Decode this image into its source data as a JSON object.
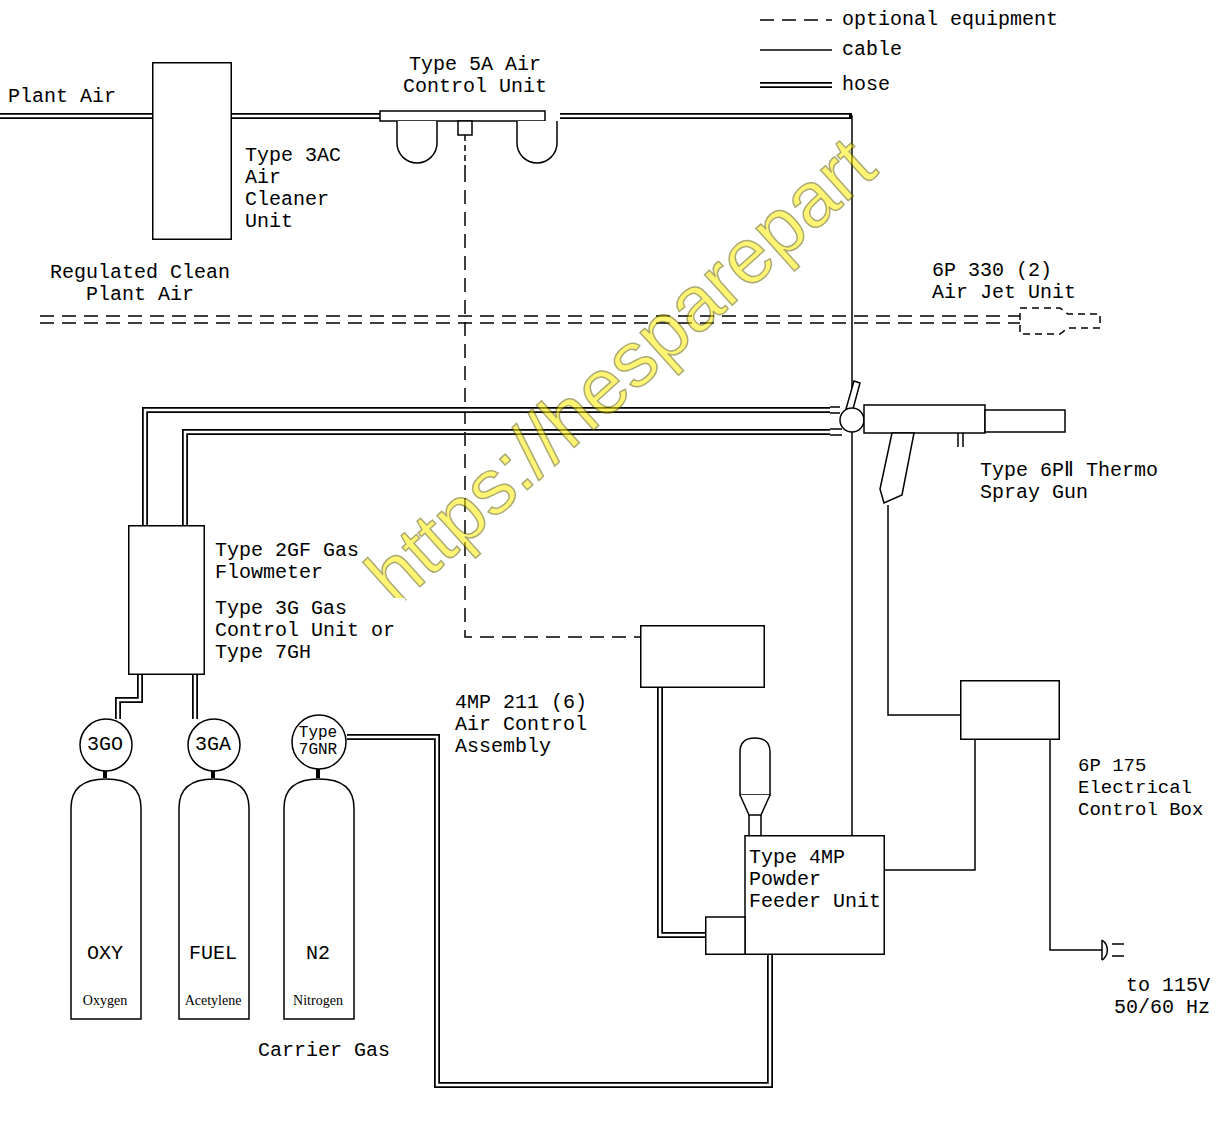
{
  "diagram": {
    "nodes": [
      {
        "text": [
          "Type 3AC Air Cleaner Unit"
        ]
      },
      {
        "text": [
          "Type 5A Air Control Unit"
        ]
      },
      {
        "text": [
          "6P 330 (2) Air Jet Unit"
        ]
      },
      {
        "text": [
          "Type 6PⅡ Thermo Spray Gun"
        ]
      },
      {
        "text": [
          "Type 2GF Gas Flowmeter"
        ]
      },
      {
        "text": [
          "4MP 211 (6) Air Control Assembly"
        ]
      },
      {
        "text": [
          "6P 175 Electrical Control Box"
        ]
      },
      {
        "text": [
          "3GO"
        ]
      },
      {
        "text": [
          "3GA"
        ]
      },
      {
        "text": [
          "Type 7GNR"
        ]
      },
      {
        "text": [
          "OXY",
          "Oxygen"
        ]
      },
      {
        "text": [
          "FUEL",
          "Acetylene"
        ]
      },
      {
        "text": [
          "N2",
          "Nitrogen"
        ]
      },
      {
        "text": [
          "Type 4MP Powder Feeder Unit"
        ]
      }
    ],
    "edges": [
      {
        "from": 0,
        "to": 1,
        "arrow": "none"
      },
      {
        "from": 1,
        "to": 13,
        "arrow": "none"
      },
      {
        "from": 1,
        "to": 5,
        "arrow": "none"
      },
      {
        "from": 4,
        "to": 3,
        "arrow": "none"
      },
      {
        "from": 7,
        "to": 4,
        "arrow": "none"
      },
      {
        "from": 8,
        "to": 4,
        "arrow": "none"
      },
      {
        "from": 9,
        "to": 13,
        "arrow": "none"
      },
      {
        "from": 5,
        "to": 13,
        "arrow": "none"
      },
      {
        "from": 3,
        "to": 6,
        "arrow": "none"
      },
      {
        "from": 6,
        "to": 13,
        "arrow": "none"
      },
      {
        "from": 7,
        "to": 10,
        "arrow": "none"
      },
      {
        "from": 8,
        "to": 11,
        "arrow": "none"
      },
      {
        "from": 9,
        "to": 12,
        "arrow": "none"
      }
    ],
    "labels": [
      "Plant Air",
      "Regulated Clean Plant Air",
      "Type 3G Gas Control Unit or Type 7GH",
      "Carrier Gas",
      "to 115V 50/60 Hz",
      "https://hesparepart"
    ],
    "legend": [
      {
        "text": "optional equipment"
      },
      {
        "text": "cable"
      },
      {
        "text": "hose"
      }
    ]
  }
}
